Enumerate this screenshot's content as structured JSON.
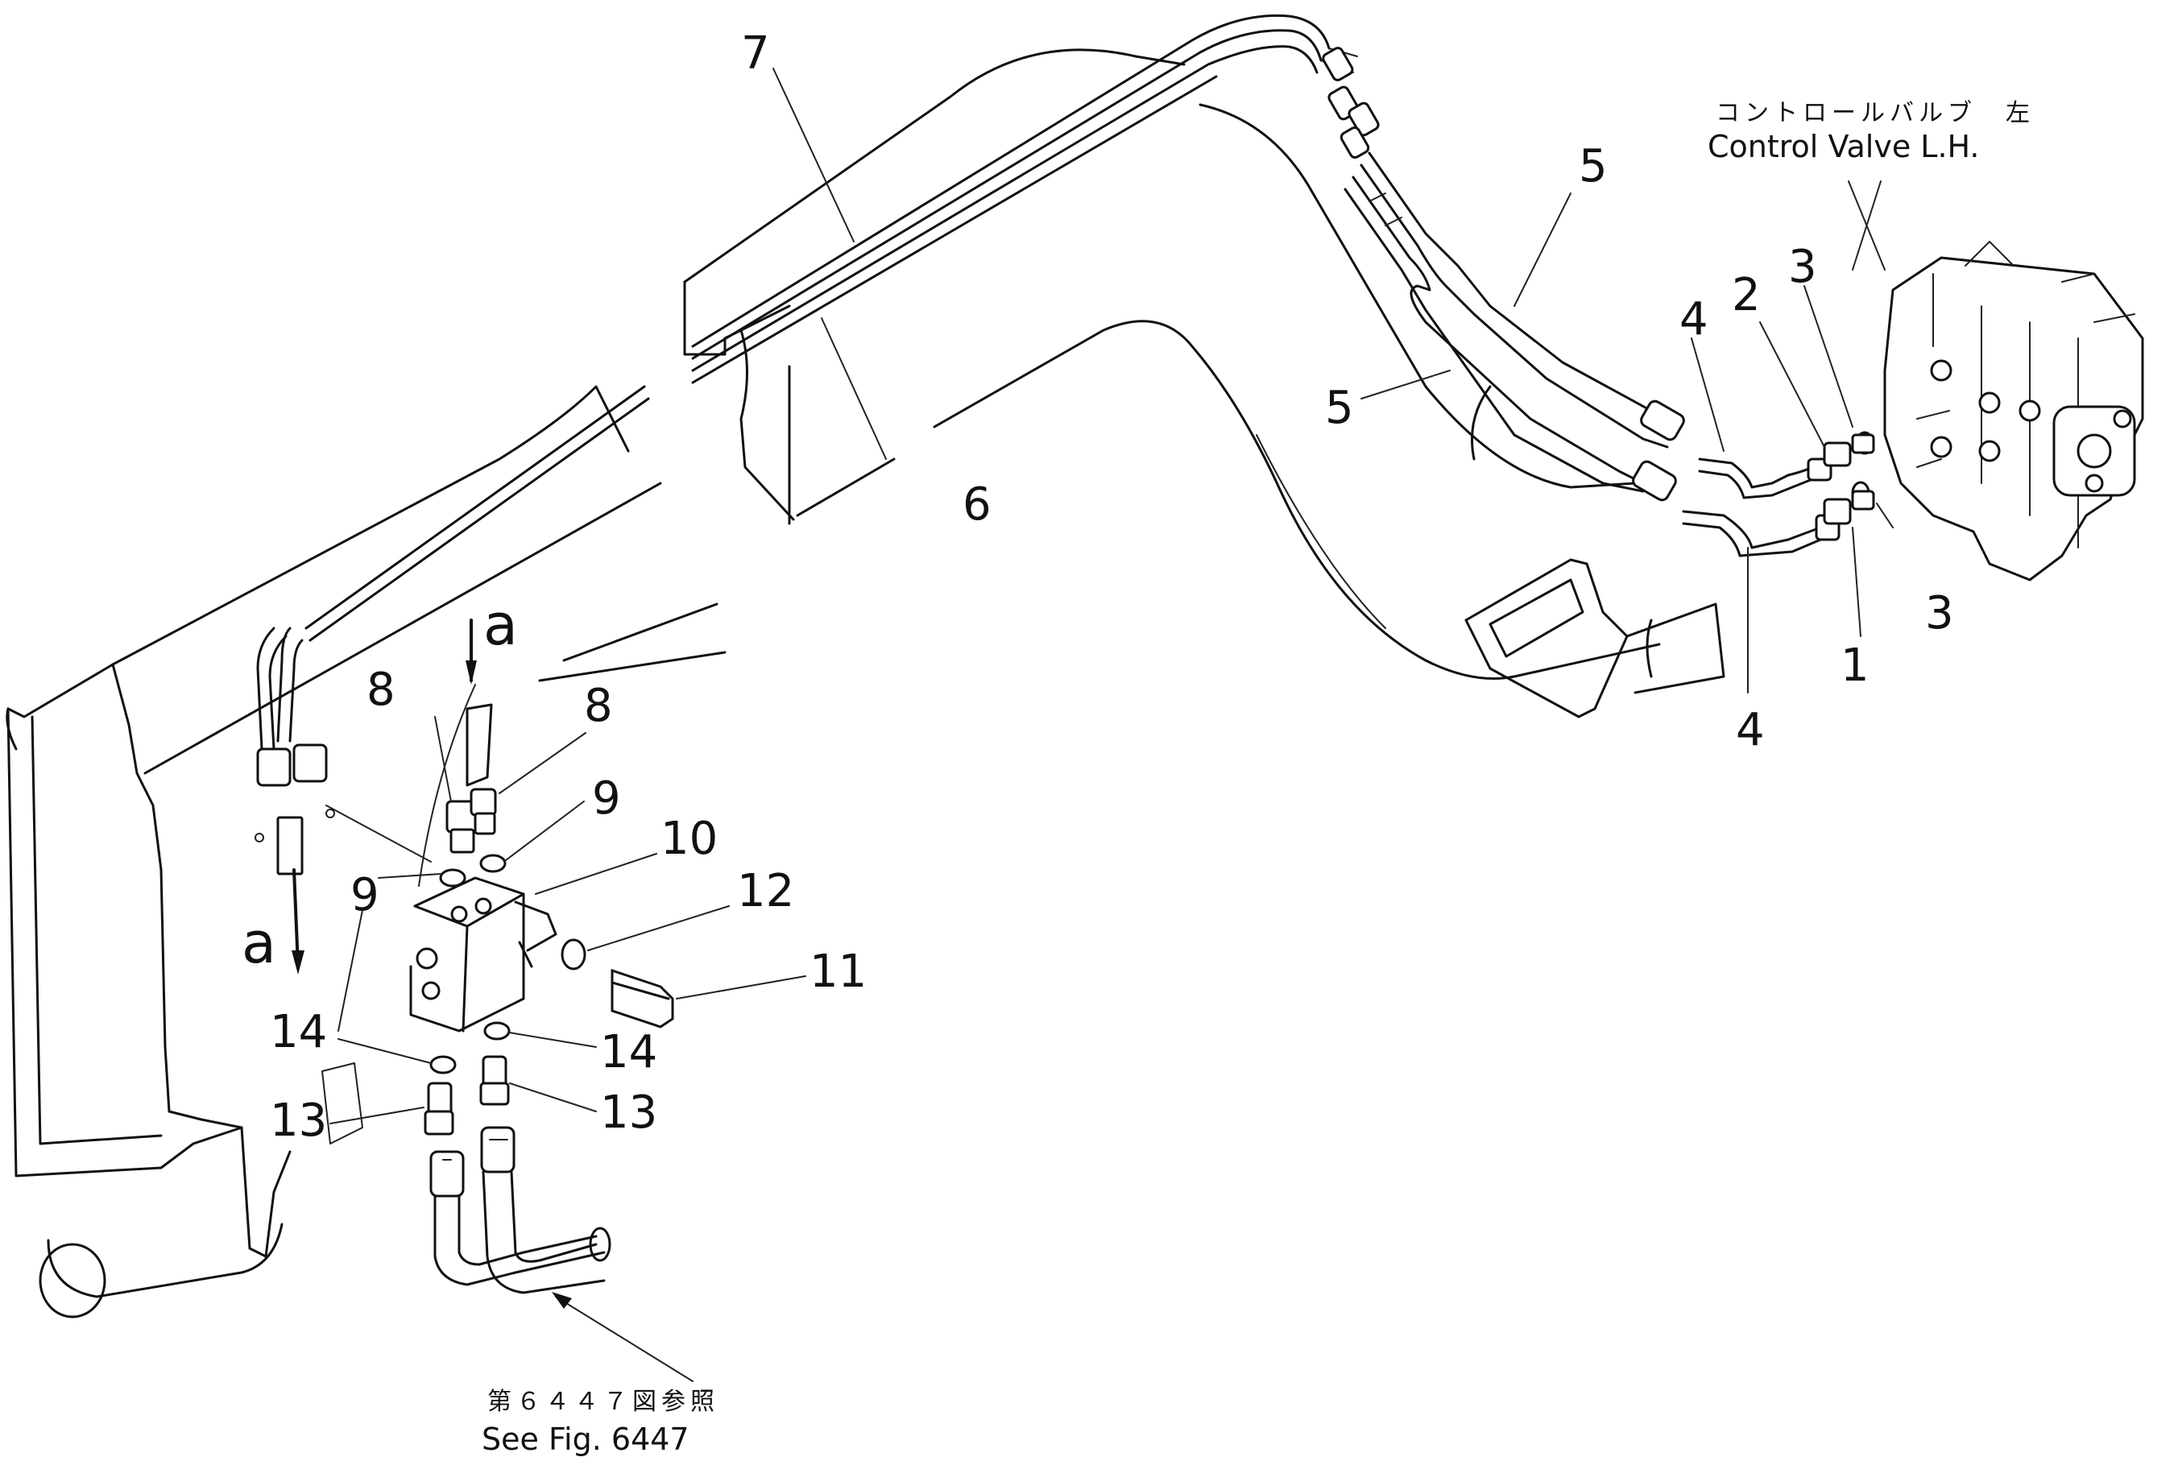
{
  "callouts": {
    "c1": "1",
    "c2": "2",
    "c3a": "3",
    "c3b": "3",
    "c4a": "4",
    "c4b": "4",
    "c5a": "5",
    "c5b": "5",
    "c6": "6",
    "c7": "7",
    "c8a": "8",
    "c8b": "8",
    "c9a": "9",
    "c9b": "9",
    "c10": "10",
    "c11": "11",
    "c12": "12",
    "c13a": "13",
    "c13b": "13",
    "c14a": "14",
    "c14b": "14"
  },
  "view_markers": {
    "top": "a",
    "left": "a"
  },
  "control_valve": {
    "jp": "コントロールバルブ　左",
    "en": "Control Valve L.H."
  },
  "reference": {
    "jp": "第６４４７図参照",
    "en": "See Fig. 6447"
  }
}
